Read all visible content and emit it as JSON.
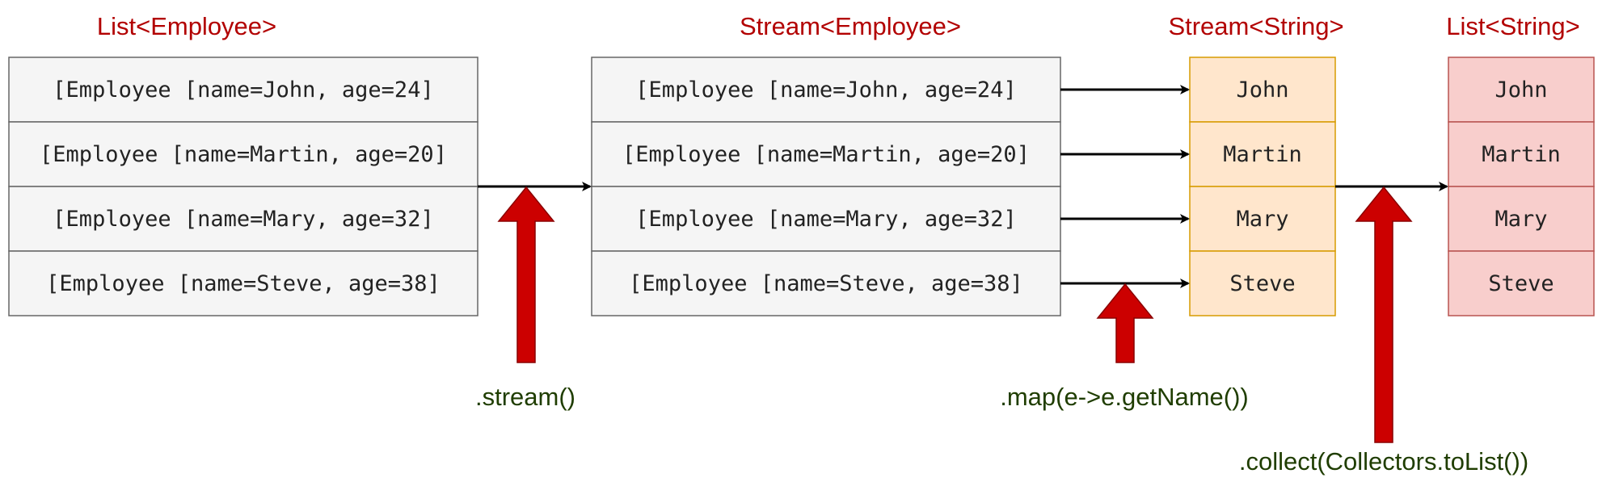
{
  "headings": {
    "list_employee": "List<Employee>",
    "stream_employee": "Stream<Employee>",
    "stream_string": "Stream<String>",
    "list_string": "List<String>"
  },
  "employees": [
    "[Employee [name=John, age=24]",
    "[Employee [name=Martin, age=20]",
    "[Employee [name=Mary, age=32]",
    "[Employee [name=Steve, age=38]"
  ],
  "names": [
    "John",
    "Martin",
    "Mary",
    "Steve"
  ],
  "operations": {
    "stream": ".stream()",
    "map": ".map(e->e.getName())",
    "collect": ".collect(Collectors.toList())"
  },
  "colors": {
    "heading": "#b20000",
    "operation_label": "#1f3d00",
    "employee_fill": "#f5f5f5",
    "employee_stroke": "#666666",
    "stream_string_fill": "#ffe6cc",
    "stream_string_stroke": "#d79b00",
    "list_string_fill": "#f8cecc",
    "list_string_stroke": "#b85450",
    "big_arrow_fill": "#cc0000",
    "big_arrow_stroke": "#8a0000",
    "connector": "#000000"
  }
}
